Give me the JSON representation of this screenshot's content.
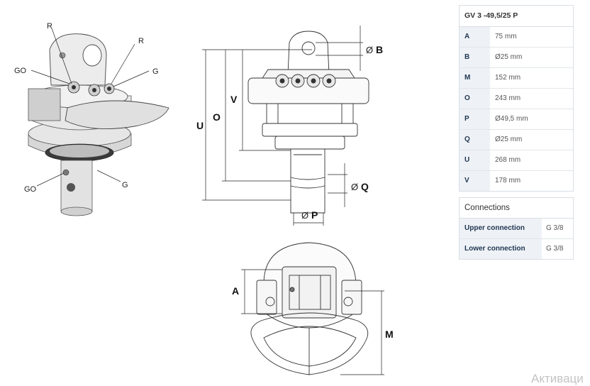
{
  "figure": {
    "callouts_iso": [
      "R",
      "R",
      "GO",
      "G",
      "GO",
      "G"
    ],
    "dims_side": [
      "B",
      "V",
      "O",
      "U",
      "Q",
      "P"
    ],
    "dims_top": [
      "A",
      "M"
    ]
  },
  "spec_table": {
    "title": "GV 3 -49,5/25 P",
    "rows": [
      {
        "key": "A",
        "value": "75 mm"
      },
      {
        "key": "B",
        "value": "Ø25 mm"
      },
      {
        "key": "M",
        "value": "152 mm"
      },
      {
        "key": "O",
        "value": "243 mm"
      },
      {
        "key": "P",
        "value": "Ø49,5 mm"
      },
      {
        "key": "Q",
        "value": "Ø25 mm"
      },
      {
        "key": "U",
        "value": "268 mm"
      },
      {
        "key": "V",
        "value": "178 mm"
      }
    ]
  },
  "connections": {
    "title": "Connections",
    "rows": [
      {
        "key": "Upper connection",
        "value": "G 3/8"
      },
      {
        "key": "Lower connection",
        "value": "G 3/8"
      }
    ]
  },
  "watermark": "Активаци"
}
